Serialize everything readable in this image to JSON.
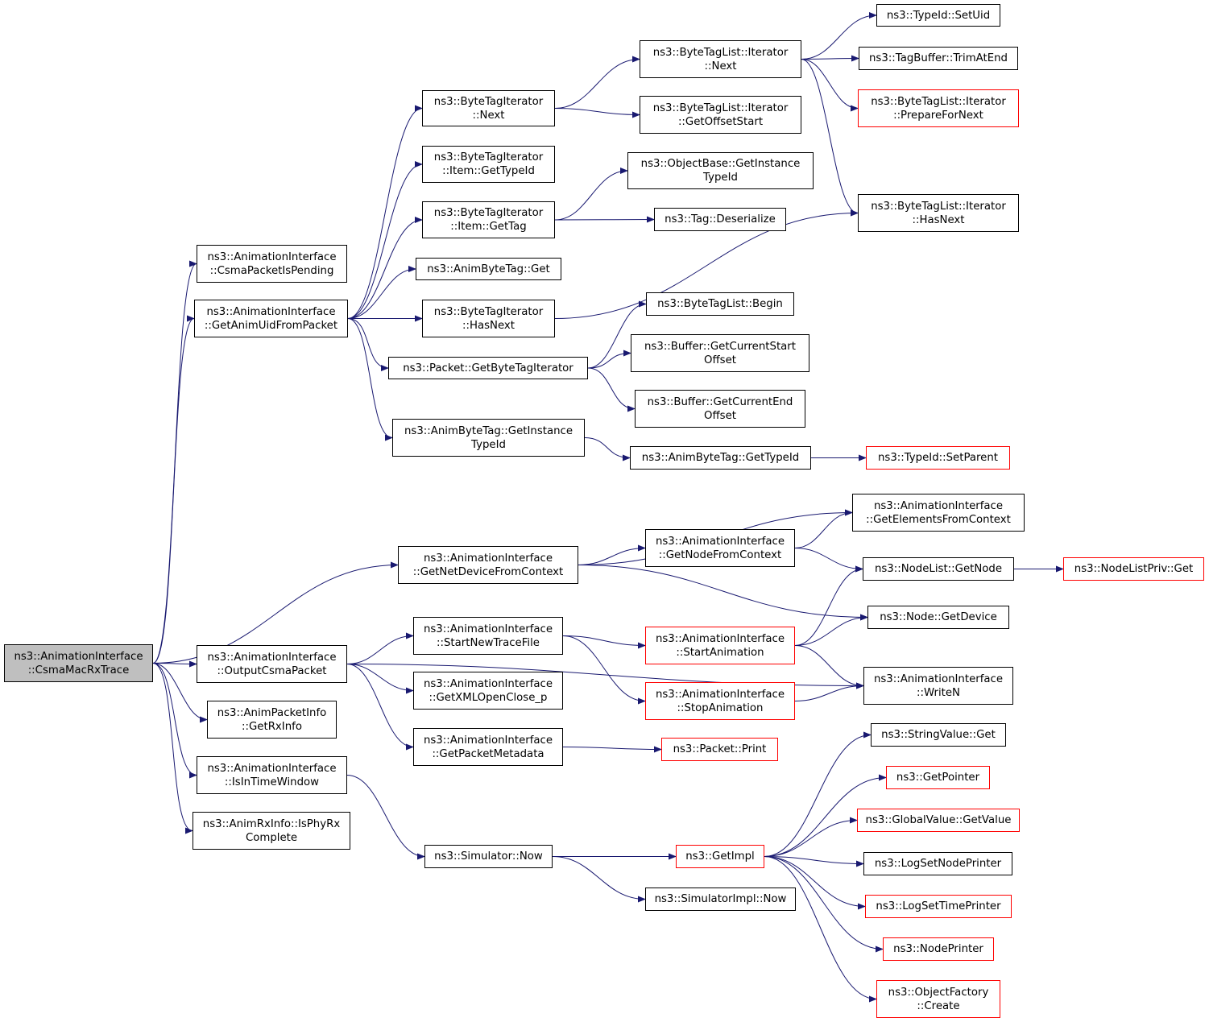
{
  "colors": {
    "edge": "#191970",
    "border": "#000000",
    "truncated_border": "#ff0000",
    "root_fill": "#bfbfbf",
    "background": "#ffffff"
  },
  "nodes": {
    "n1": {
      "lines": [
        "ns3::AnimationInterface",
        "::CsmaMacRxTrace"
      ],
      "style": "root"
    },
    "n2": {
      "lines": [
        "ns3::AnimationInterface",
        "::CsmaPacketIsPending"
      ],
      "style": "normal"
    },
    "n3": {
      "lines": [
        "ns3::AnimationInterface",
        "::GetAnimUidFromPacket"
      ],
      "style": "normal"
    },
    "n4": {
      "lines": [
        "ns3::AnimationInterface",
        "::GetNetDeviceFromContext"
      ],
      "style": "normal"
    },
    "n5": {
      "lines": [
        "ns3::AnimationInterface",
        "::OutputCsmaPacket"
      ],
      "style": "normal"
    },
    "n6": {
      "lines": [
        "ns3::AnimPacketInfo",
        "::GetRxInfo"
      ],
      "style": "normal"
    },
    "n7": {
      "lines": [
        "ns3::AnimationInterface",
        "::IsInTimeWindow"
      ],
      "style": "normal"
    },
    "n8": {
      "lines": [
        "ns3::AnimRxInfo::IsPhyRx",
        "Complete"
      ],
      "style": "normal"
    },
    "n9": {
      "lines": [
        "ns3::ByteTagIterator",
        "::Next"
      ],
      "style": "normal"
    },
    "n10": {
      "lines": [
        "ns3::ByteTagIterator",
        "::Item::GetTypeId"
      ],
      "style": "normal"
    },
    "n11": {
      "lines": [
        "ns3::ByteTagIterator",
        "::Item::GetTag"
      ],
      "style": "normal"
    },
    "n12": {
      "lines": [
        "ns3::AnimByteTag::Get"
      ],
      "style": "normal"
    },
    "n13": {
      "lines": [
        "ns3::ByteTagIterator",
        "::HasNext"
      ],
      "style": "normal"
    },
    "n14": {
      "lines": [
        "ns3::Packet::GetByteTagIterator"
      ],
      "style": "normal"
    },
    "n15": {
      "lines": [
        "ns3::AnimByteTag::GetInstance",
        "TypeId"
      ],
      "style": "normal"
    },
    "n16": {
      "lines": [
        "ns3::ByteTagList::Iterator",
        "::Next"
      ],
      "style": "normal"
    },
    "n17": {
      "lines": [
        "ns3::ByteTagList::Iterator",
        "::GetOffsetStart"
      ],
      "style": "normal"
    },
    "n18": {
      "lines": [
        "ns3::ObjectBase::GetInstance",
        "TypeId"
      ],
      "style": "normal"
    },
    "n19": {
      "lines": [
        "ns3::Tag::Deserialize"
      ],
      "style": "normal"
    },
    "n20": {
      "lines": [
        "ns3::ByteTagList::Begin"
      ],
      "style": "normal"
    },
    "n21": {
      "lines": [
        "ns3::Buffer::GetCurrentStart",
        "Offset"
      ],
      "style": "normal"
    },
    "n22": {
      "lines": [
        "ns3::Buffer::GetCurrentEnd",
        "Offset"
      ],
      "style": "normal"
    },
    "n23": {
      "lines": [
        "ns3::AnimByteTag::GetTypeId"
      ],
      "style": "normal"
    },
    "n24": {
      "lines": [
        "ns3::TypeId::SetUid"
      ],
      "style": "normal"
    },
    "n25": {
      "lines": [
        "ns3::TagBuffer::TrimAtEnd"
      ],
      "style": "normal"
    },
    "n26": {
      "lines": [
        "ns3::ByteTagList::Iterator",
        "::PrepareForNext"
      ],
      "style": "red"
    },
    "n27": {
      "lines": [
        "ns3::ByteTagList::Iterator",
        "::HasNext"
      ],
      "style": "normal"
    },
    "n28": {
      "lines": [
        "ns3::TypeId::SetParent"
      ],
      "style": "red"
    },
    "n29": {
      "lines": [
        "ns3::AnimationInterface",
        "::GetNodeFromContext"
      ],
      "style": "normal"
    },
    "n30": {
      "lines": [
        "ns3::AnimationInterface",
        "::GetElementsFromContext"
      ],
      "style": "normal"
    },
    "n31": {
      "lines": [
        "ns3::NodeList::GetNode"
      ],
      "style": "normal"
    },
    "n32": {
      "lines": [
        "ns3::Node::GetDevice"
      ],
      "style": "normal"
    },
    "n33": {
      "lines": [
        "ns3::NodeListPriv::Get"
      ],
      "style": "red"
    },
    "n34": {
      "lines": [
        "ns3::AnimationInterface",
        "::StartNewTraceFile"
      ],
      "style": "normal"
    },
    "n35": {
      "lines": [
        "ns3::AnimationInterface",
        "::GetXMLOpenClose_p"
      ],
      "style": "normal"
    },
    "n36": {
      "lines": [
        "ns3::AnimationInterface",
        "::GetPacketMetadata"
      ],
      "style": "normal"
    },
    "n37": {
      "lines": [
        "ns3::AnimationInterface",
        "::StartAnimation"
      ],
      "style": "red"
    },
    "n38": {
      "lines": [
        "ns3::AnimationInterface",
        "::StopAnimation"
      ],
      "style": "red"
    },
    "n39": {
      "lines": [
        "ns3::AnimationInterface",
        "::WriteN"
      ],
      "style": "normal"
    },
    "n40": {
      "lines": [
        "ns3::Packet::Print"
      ],
      "style": "red"
    },
    "n41": {
      "lines": [
        "ns3::Simulator::Now"
      ],
      "style": "normal"
    },
    "n42": {
      "lines": [
        "ns3::GetImpl"
      ],
      "style": "red"
    },
    "n43": {
      "lines": [
        "ns3::SimulatorImpl::Now"
      ],
      "style": "normal"
    },
    "n44": {
      "lines": [
        "ns3::StringValue::Get"
      ],
      "style": "normal"
    },
    "n45": {
      "lines": [
        "ns3::GetPointer"
      ],
      "style": "red"
    },
    "n46": {
      "lines": [
        "ns3::GlobalValue::GetValue"
      ],
      "style": "red"
    },
    "n47": {
      "lines": [
        "ns3::LogSetNodePrinter"
      ],
      "style": "normal"
    },
    "n48": {
      "lines": [
        "ns3::LogSetTimePrinter"
      ],
      "style": "red"
    },
    "n49": {
      "lines": [
        "ns3::NodePrinter"
      ],
      "style": "red"
    },
    "n50": {
      "lines": [
        "ns3::ObjectFactory",
        "::Create"
      ],
      "style": "red"
    }
  },
  "edges": [
    [
      "n1",
      "n2"
    ],
    [
      "n1",
      "n3"
    ],
    [
      "n1",
      "n4"
    ],
    [
      "n1",
      "n5"
    ],
    [
      "n1",
      "n6"
    ],
    [
      "n1",
      "n7"
    ],
    [
      "n1",
      "n8"
    ],
    [
      "n3",
      "n9"
    ],
    [
      "n3",
      "n10"
    ],
    [
      "n3",
      "n11"
    ],
    [
      "n3",
      "n12"
    ],
    [
      "n3",
      "n13"
    ],
    [
      "n3",
      "n14"
    ],
    [
      "n3",
      "n15"
    ],
    [
      "n9",
      "n16"
    ],
    [
      "n9",
      "n17"
    ],
    [
      "n11",
      "n18"
    ],
    [
      "n11",
      "n19"
    ],
    [
      "n13",
      "n27"
    ],
    [
      "n14",
      "n20"
    ],
    [
      "n14",
      "n21"
    ],
    [
      "n14",
      "n22"
    ],
    [
      "n15",
      "n23"
    ],
    [
      "n23",
      "n28"
    ],
    [
      "n16",
      "n24"
    ],
    [
      "n16",
      "n25"
    ],
    [
      "n16",
      "n26"
    ],
    [
      "n16",
      "n27"
    ],
    [
      "n4",
      "n29"
    ],
    [
      "n4",
      "n30"
    ],
    [
      "n4",
      "n32"
    ],
    [
      "n29",
      "n30"
    ],
    [
      "n29",
      "n31"
    ],
    [
      "n31",
      "n33"
    ],
    [
      "n5",
      "n34"
    ],
    [
      "n5",
      "n35"
    ],
    [
      "n5",
      "n36"
    ],
    [
      "n5",
      "n39"
    ],
    [
      "n34",
      "n37"
    ],
    [
      "n34",
      "n38"
    ],
    [
      "n37",
      "n31"
    ],
    [
      "n37",
      "n32"
    ],
    [
      "n37",
      "n39"
    ],
    [
      "n38",
      "n39"
    ],
    [
      "n36",
      "n40"
    ],
    [
      "n7",
      "n41"
    ],
    [
      "n41",
      "n42"
    ],
    [
      "n41",
      "n43"
    ],
    [
      "n42",
      "n44"
    ],
    [
      "n42",
      "n45"
    ],
    [
      "n42",
      "n46"
    ],
    [
      "n42",
      "n47"
    ],
    [
      "n42",
      "n48"
    ],
    [
      "n42",
      "n49"
    ],
    [
      "n42",
      "n50"
    ]
  ]
}
